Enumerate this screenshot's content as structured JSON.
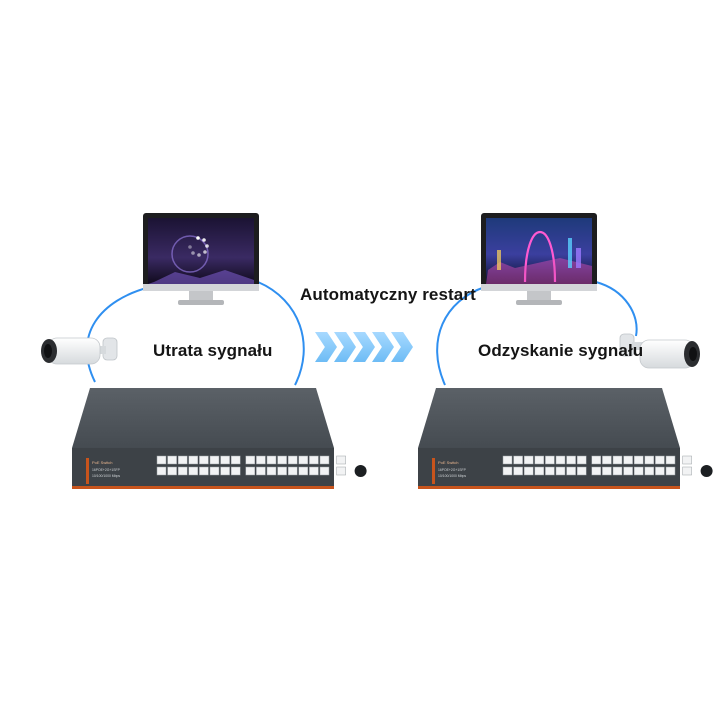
{
  "captions": {
    "signal_loss": "Utrata sygnału",
    "auto_restart": "Automatyczny restart",
    "signal_recovery": "Odzyskanie sygnału"
  },
  "switch": {
    "brand_label": "PoE Switch",
    "spec_line_1": "16POE+2G+1SFP",
    "spec_line_2": "10/100/1000 Mbps"
  },
  "arrow_count": 5,
  "colors": {
    "link_line": "#2f8ff0",
    "arrow": "#8ecbfa",
    "switch_body": "#4a5056",
    "switch_accent": "#c8541c"
  },
  "icons": [
    "monitor-icon",
    "ip-camera-icon",
    "poe-switch-icon",
    "loading-spinner-icon"
  ]
}
